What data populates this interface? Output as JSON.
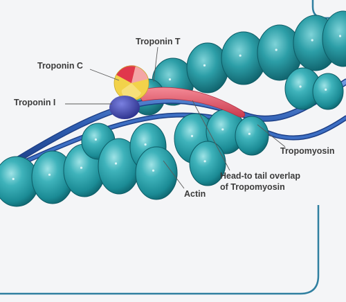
{
  "labels": {
    "troponin_t": "Troponin T",
    "troponin_c": "Troponin C",
    "troponin_i": "Troponin I",
    "tropomyosin": "Tropomyosin",
    "overlap_line1": "Head-to tail overlap",
    "overlap_line2": "of Tropomyosin",
    "actin": "Actin"
  },
  "colors": {
    "actin": "#2a9da6",
    "actin_dark": "#157a84",
    "tropomyosin": "#2f5fb4",
    "troponin_t": "#e05568",
    "troponin_c": "#f2d24a",
    "troponin_i": "#3a42a8",
    "frame": "#2f7fa0",
    "background": "#f4f5f7"
  }
}
